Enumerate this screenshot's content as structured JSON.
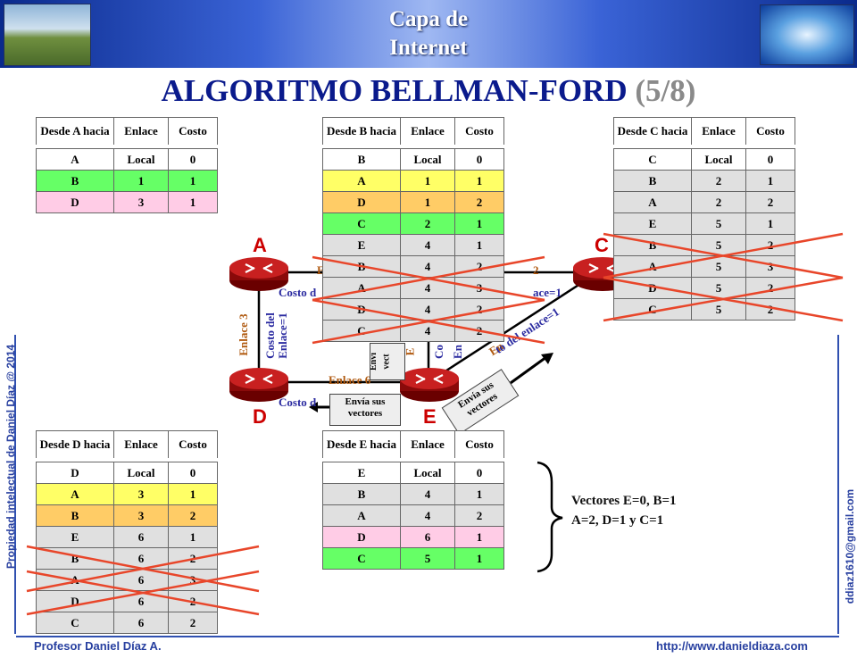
{
  "header": {
    "title_line1": "Capa de",
    "title_line2": "Internet"
  },
  "title": {
    "main": "ALGORITMO BELLMAN-FORD",
    "step": "(5/8)"
  },
  "footer": {
    "left": "Profesor Daniel Díaz A.",
    "right": "http://www.danieldiaza.com"
  },
  "side": {
    "left": "Propiedad intelectual de Daniel Díaz @ 2014",
    "right": "ddiaz1610@gmail.com"
  },
  "columns": {
    "link": "Enlace",
    "cost": "Costo"
  },
  "tables": {
    "A": {
      "header": "Desde A hacia",
      "rows": [
        [
          "A",
          "Local",
          "0"
        ],
        [
          "B",
          "1",
          "1"
        ],
        [
          "D",
          "3",
          "1"
        ]
      ]
    },
    "B": {
      "header": "Desde B hacia",
      "rows": [
        [
          "B",
          "Local",
          "0"
        ],
        [
          "A",
          "1",
          "1"
        ],
        [
          "D",
          "1",
          "2"
        ],
        [
          "C",
          "2",
          "1"
        ],
        [
          "E",
          "4",
          "1"
        ],
        [
          "B",
          "4",
          "2"
        ],
        [
          "A",
          "4",
          "3"
        ],
        [
          "D",
          "4",
          "2"
        ],
        [
          "C",
          "4",
          "2"
        ]
      ]
    },
    "C": {
      "header": "Desde C hacia",
      "rows": [
        [
          "C",
          "Local",
          "0"
        ],
        [
          "B",
          "2",
          "1"
        ],
        [
          "A",
          "2",
          "2"
        ],
        [
          "E",
          "5",
          "1"
        ],
        [
          "B",
          "5",
          "2"
        ],
        [
          "A",
          "5",
          "3"
        ],
        [
          "D",
          "5",
          "2"
        ],
        [
          "C",
          "5",
          "2"
        ]
      ]
    },
    "D": {
      "header": "Desde D hacia",
      "rows": [
        [
          "D",
          "Local",
          "0"
        ],
        [
          "A",
          "3",
          "1"
        ],
        [
          "B",
          "3",
          "2"
        ],
        [
          "E",
          "6",
          "1"
        ],
        [
          "B",
          "6",
          "2"
        ],
        [
          "A",
          "6",
          "3"
        ],
        [
          "D",
          "6",
          "2"
        ],
        [
          "C",
          "6",
          "2"
        ]
      ]
    },
    "E": {
      "header": "Desde E hacia",
      "rows": [
        [
          "E",
          "Local",
          "0"
        ],
        [
          "B",
          "4",
          "1"
        ],
        [
          "A",
          "4",
          "2"
        ],
        [
          "D",
          "6",
          "1"
        ],
        [
          "C",
          "5",
          "1"
        ]
      ]
    }
  },
  "nodes": {
    "a": "A",
    "c": "C",
    "d": "D",
    "e": "E"
  },
  "labels": {
    "link3": "Enlace 3",
    "cost_link3": "Costo del Enlace=1",
    "link6": "Enlace 6",
    "cost_left": "Costo d",
    "cost_mid_left": "Costo d",
    "cost_mid_right": "ace=1",
    "link2_frag": "2",
    "link_frag_e": "E",
    "link5_frag": "En",
    "cost5_frag": "to del enlace=1",
    "link4_frag": "E",
    "cost4_frag1": "Co",
    "cost4_frag2": "En",
    "send_d": "Envía sus vectores",
    "send_e": "Envía sus vectores",
    "send_b_frag1": "Enví",
    "send_b_frag2": "vect"
  },
  "vector_summary": {
    "line1": "Vectores E=0, B=1",
    "line2": "A=2, D=1 y C=1"
  },
  "colors": {
    "header_dark": "#0a2a8c",
    "title": "#0a1a8c",
    "cross": "#e8462a",
    "link_text": "#b05a10",
    "cost_text": "#2a2aa0"
  }
}
